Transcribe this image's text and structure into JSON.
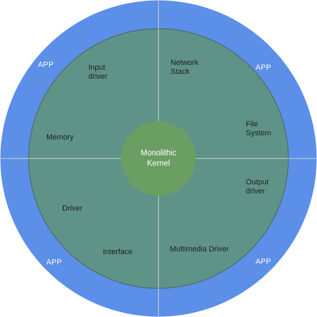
{
  "colors": {
    "outer_ring": "#5b8fe8",
    "middle_circle": "#5f9388",
    "kernel_circle": "#6a9e63",
    "outline": "#4d6b65",
    "divider": "#b9c6cc",
    "app_text": "#ffffff",
    "module_text": "#1f1f1f",
    "kernel_text": "#ffffff"
  },
  "kernel": {
    "label": "Monolithic\nKernel"
  },
  "apps": [
    {
      "label": "APP"
    },
    {
      "label": "APP"
    },
    {
      "label": "APP"
    },
    {
      "label": "APP"
    }
  ],
  "modules": [
    {
      "label": "Input\ndriver"
    },
    {
      "label": "Network\nStack"
    },
    {
      "label": "File\nSystem"
    },
    {
      "label": "Memory"
    },
    {
      "label": "Output\ndriver"
    },
    {
      "label": "Driver"
    },
    {
      "label": "Interface"
    },
    {
      "label": "Multimedia Driver"
    }
  ]
}
